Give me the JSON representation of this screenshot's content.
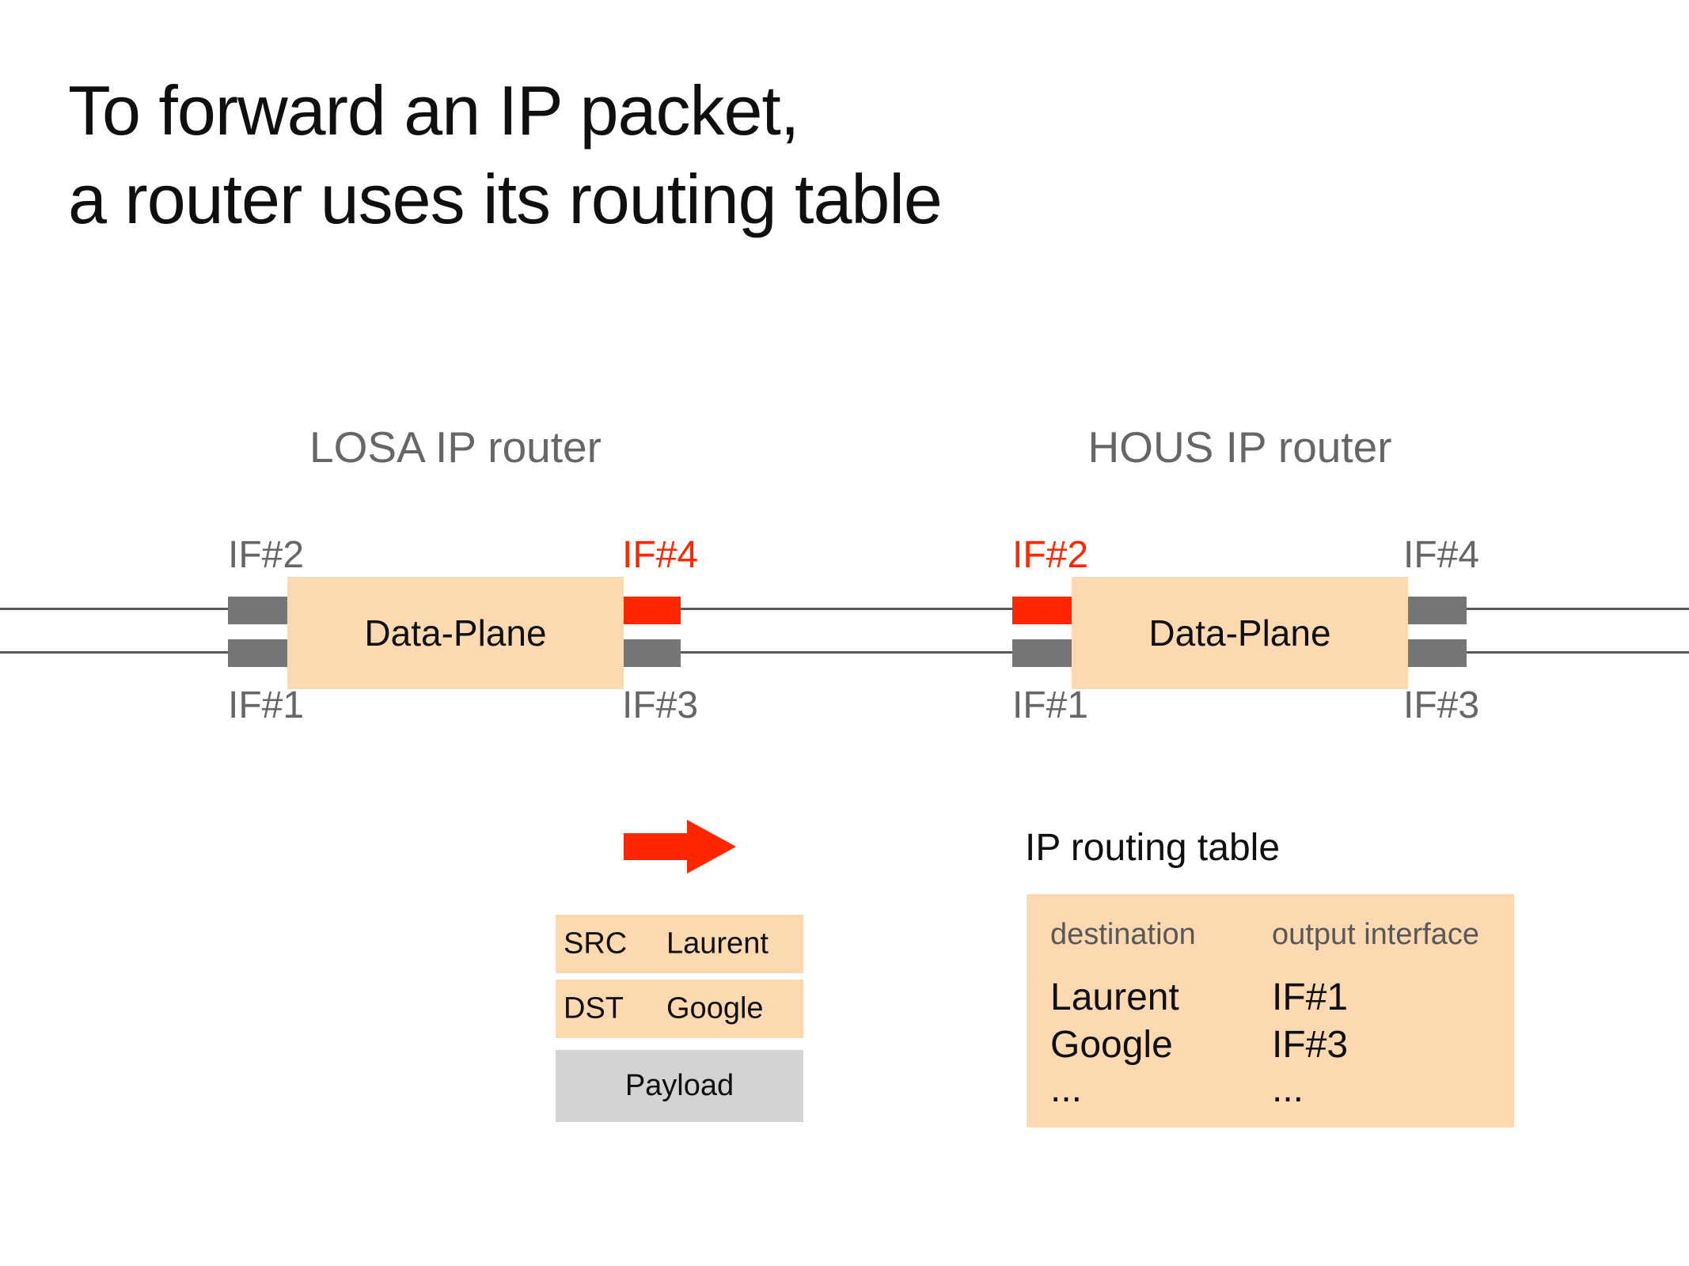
{
  "title": {
    "line1": "To forward an IP packet,",
    "line2": "a router uses its routing table"
  },
  "routers": [
    {
      "name": "LOSA IP router",
      "plane_label": "Data-Plane",
      "if_top_left": "IF#2",
      "if_top_right": "IF#4",
      "if_bottom_left": "IF#1",
      "if_bottom_right": "IF#3",
      "highlighted_interface": "IF#4"
    },
    {
      "name": "HOUS IP router",
      "plane_label": "Data-Plane",
      "if_top_left": "IF#2",
      "if_top_right": "IF#4",
      "if_bottom_left": "IF#1",
      "if_bottom_right": "IF#3",
      "highlighted_interface": "IF#2"
    }
  ],
  "packet": {
    "rows": [
      {
        "field": "SRC",
        "value": "Laurent"
      },
      {
        "field": "DST",
        "value": "Google"
      }
    ],
    "payload_label": "Payload"
  },
  "routing_table": {
    "title": "IP routing table",
    "columns": [
      "destination",
      "output interface"
    ],
    "rows": [
      [
        "Laurent",
        "IF#1"
      ],
      [
        "Google",
        "IF#3"
      ],
      [
        "...",
        "..."
      ]
    ]
  },
  "colors": {
    "bg": "#ffffff",
    "text-black": "#0f0f0f",
    "peach": "#fcd9b0",
    "payload-gray": "#d3d3d3",
    "connector-gray": "#767676",
    "line-gray": "#59595b",
    "label-gray": "#666666",
    "header-gray": "#58585a",
    "accent-red": "#ff2600"
  }
}
